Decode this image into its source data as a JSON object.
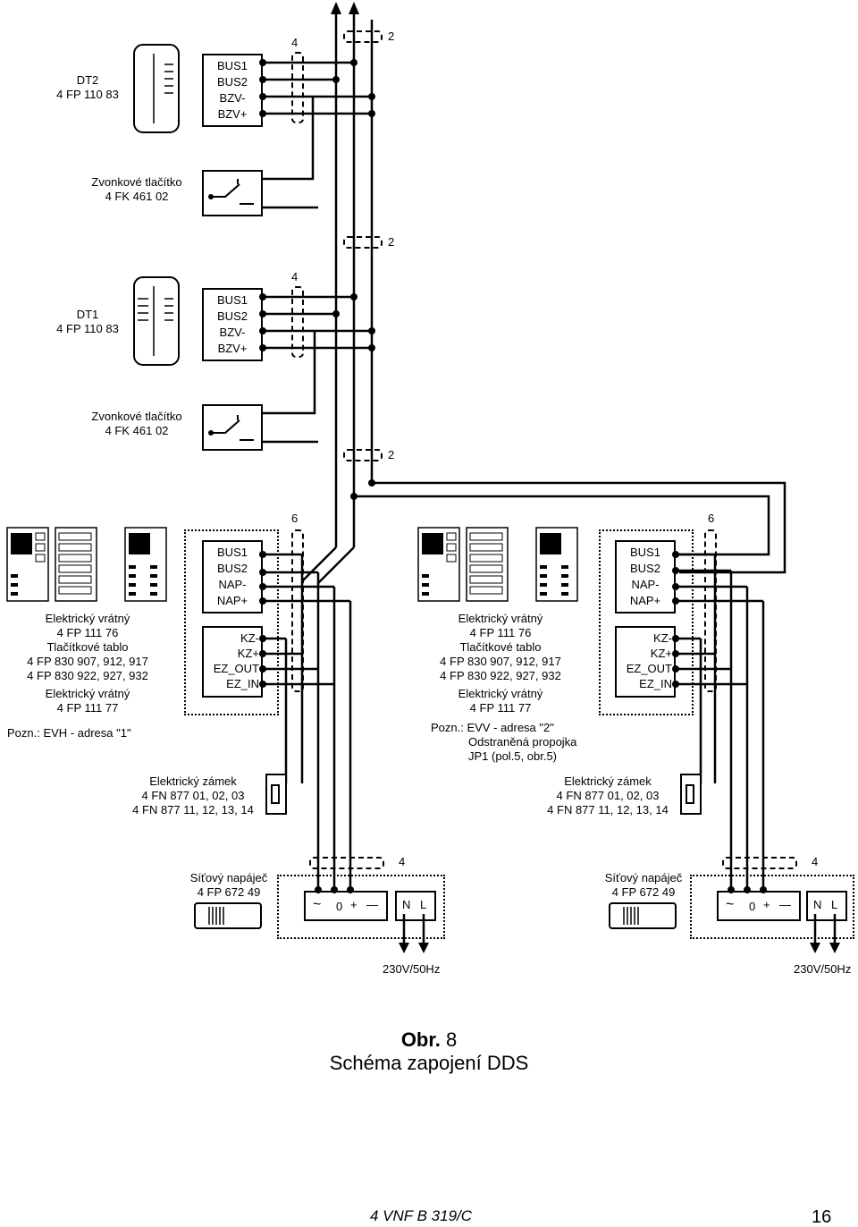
{
  "dt2": {
    "line1": "DT2",
    "line2": "4 FP 110 83",
    "terminals": [
      "BUS1",
      "BUS2",
      "BZV-",
      "BZV+"
    ]
  },
  "button_top": {
    "line1": "Zvonkové tlačítko",
    "line2": "4 FK 461 02"
  },
  "dt1": {
    "line1": "DT1",
    "line2": "4 FP 110 83",
    "terminals": [
      "BUS1",
      "BUS2",
      "BZV-",
      "BZV+"
    ]
  },
  "button_mid": {
    "line1": "Zvonkové tlačítko",
    "line2": "4 FK 461 02"
  },
  "wire_counts": {
    "top_4": "4",
    "top_2": "2",
    "mid_2": "2",
    "mid_4": "4",
    "low_2": "2",
    "left_6": "6",
    "right_6": "6",
    "left_psu_4": "4",
    "right_psu_4": "4"
  },
  "panel_left": {
    "lines": [
      "Elektrický vrátný",
      "4 FP 111 76",
      "Tlačítkové tablo",
      "4 FP 830 907, 912, 917",
      "4 FP 830 922, 927, 932",
      "Elektrický vrátný",
      "4 FP 111 77"
    ],
    "note": "Pozn.: EVH - adresa \"1\"",
    "terminals_top": [
      "BUS1",
      "BUS2",
      "NAP-",
      "NAP+"
    ],
    "terminals_bottom": [
      "KZ-",
      "KZ+",
      "EZ_OUT",
      "EZ_IN"
    ]
  },
  "panel_right": {
    "lines": [
      "Elektrický vrátný",
      "4 FP 111 76",
      "Tlačítkové tablo",
      "4 FP 830 907, 912, 917",
      "4 FP 830 922, 927, 932",
      "Elektrický vrátný",
      "4 FP 111 77"
    ],
    "note_lines": [
      "Pozn.: EVV - adresa \"2\"",
      "Odstraněná propojka",
      "JP1 (pol.5, obr.5)"
    ],
    "terminals_top": [
      "BUS1",
      "BUS2",
      "NAP-",
      "NAP+"
    ],
    "terminals_bottom": [
      "KZ-",
      "KZ+",
      "EZ_OUT",
      "EZ_IN"
    ]
  },
  "lock_left": {
    "lines": [
      "Elektrický zámek",
      "4 FN 877 01, 02, 03",
      "4 FN 877 11, 12, 13, 14"
    ]
  },
  "lock_right": {
    "lines": [
      "Elektrický zámek",
      "4 FN 877 01, 02, 03",
      "4 FN 877 11, 12, 13, 14"
    ]
  },
  "psu_left": {
    "line1": "Síťový napáječ",
    "line2": "4 FP 672 49",
    "term_ac": "~",
    "term_0": "0",
    "term_plus": "+",
    "term_minus": "—",
    "term_n": "N",
    "term_l": "L",
    "mains": "230V/50Hz"
  },
  "psu_right": {
    "line1": "Síťový napáječ",
    "line2": "4 FP 672 49",
    "term_ac": "~",
    "term_0": "0",
    "term_plus": "+",
    "term_minus": "—",
    "term_n": "N",
    "term_l": "L",
    "mains": "230V/50Hz"
  },
  "caption": {
    "prefix": "Obr.",
    "number": " 8",
    "title": "Schéma zapojení DDS"
  },
  "footer": {
    "doc_code": "4 VNF B 319/C",
    "page": "16"
  }
}
